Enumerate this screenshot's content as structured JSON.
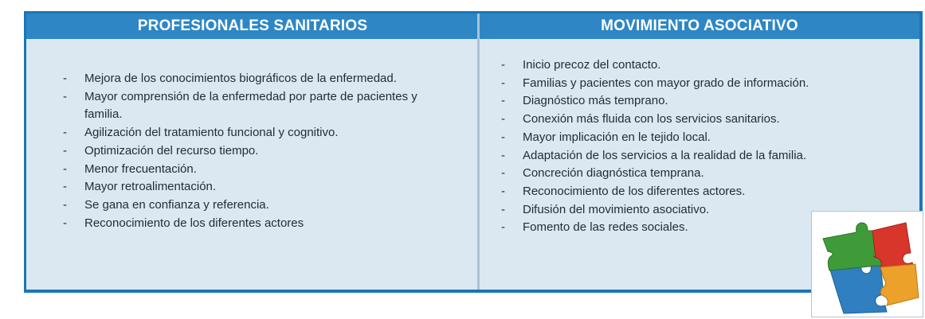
{
  "left_column": {
    "header": "PROFESIONALES SANITARIOS",
    "items": [
      "Mejora de los conocimientos biográficos de la enfermedad.",
      "Mayor comprensión de la enfermedad por parte de pacientes y familia.",
      "Agilización del tratamiento funcional y cognitivo.",
      "Optimización del recurso tiempo.",
      "Menor frecuentación.",
      "Mayor retroalimentación.",
      "Se gana en confianza y referencia.",
      "Reconocimiento de los diferentes actores"
    ]
  },
  "right_column": {
    "header": "MOVIMIENTO ASOCIATIVO",
    "items": [
      "Inicio precoz del contacto.",
      "Familias y pacientes con mayor grado de información.",
      "Diagnóstico más temprano.",
      "Conexión más fluida con los servicios sanitarios.",
      "Mayor implicación en le tejido local.",
      "Adaptación de los servicios a la realidad de la familia.",
      "Concreción diagnóstica temprana.",
      "Reconocimiento de los diferentes actores.",
      "Difusión del movimiento asociativo.",
      "Fomento de las redes sociales."
    ]
  },
  "colors": {
    "frame": "#1a76b6",
    "header_bg": "#2e87c4",
    "cell_bg": "#dbe8f2",
    "puzzle_green": "#3f9b3a",
    "puzzle_red": "#d8362b",
    "puzzle_blue": "#2f7fc1",
    "puzzle_orange": "#eba12a"
  },
  "image": {
    "icon": "puzzle-pieces-icon"
  }
}
